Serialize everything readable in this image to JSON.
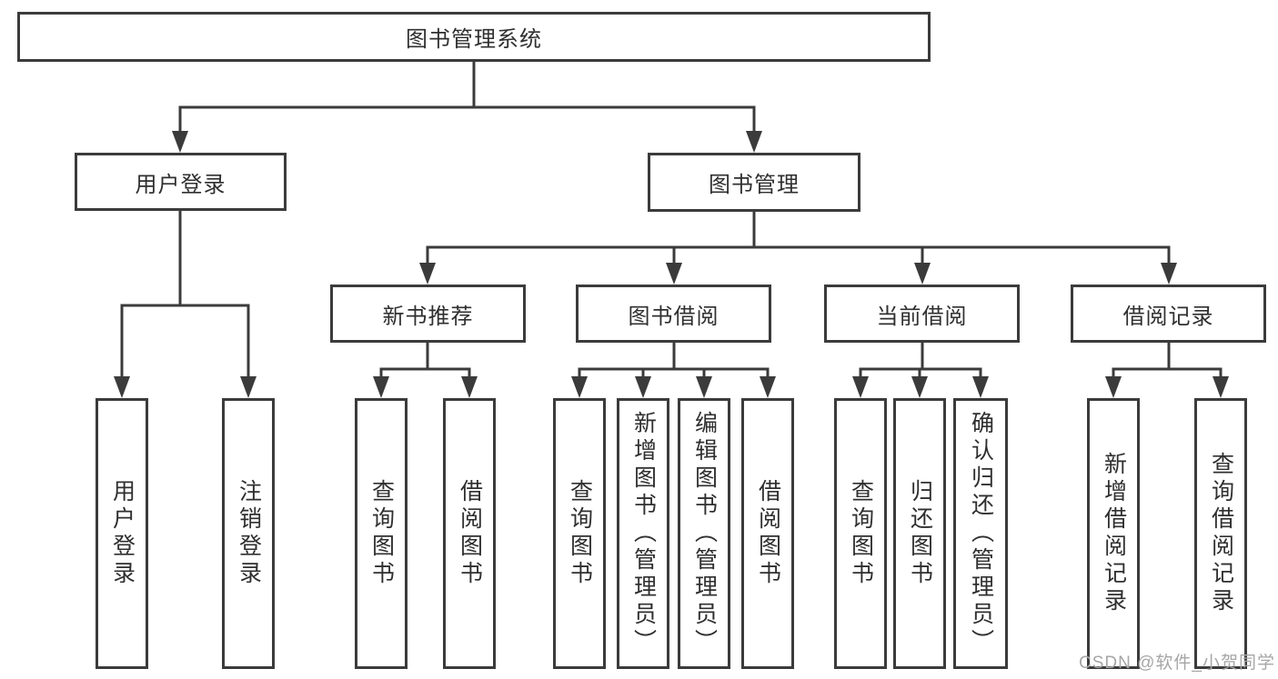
{
  "diagram": {
    "title": "图书管理系统",
    "root": {
      "label": "图书管理系统",
      "children": [
        {
          "label": "用户登录",
          "children": [
            {
              "label": "用户登录"
            },
            {
              "label": "注销登录"
            }
          ]
        },
        {
          "label": "图书管理",
          "children": [
            {
              "label": "新书推荐",
              "children": [
                {
                  "label": "查询图书"
                },
                {
                  "label": "借阅图书"
                }
              ]
            },
            {
              "label": "图书借阅",
              "children": [
                {
                  "label": "查询图书"
                },
                {
                  "label": "新增图书（管理员）"
                },
                {
                  "label": "编辑图书（管理员）"
                },
                {
                  "label": "借阅图书"
                }
              ]
            },
            {
              "label": "当前借阅",
              "children": [
                {
                  "label": "查询图书"
                },
                {
                  "label": "归还图书"
                },
                {
                  "label": "确认归还（管理员）"
                }
              ]
            },
            {
              "label": "借阅记录",
              "children": [
                {
                  "label": "新增借阅记录"
                },
                {
                  "label": "查询借阅记录"
                }
              ]
            }
          ]
        }
      ]
    }
  },
  "watermark": {
    "text": "CSDN @软件_小贺同学"
  },
  "colors": {
    "line": "#3b3b3b",
    "text": "#2f2f2f",
    "background": "#ffffff",
    "watermark": "#a6a6a6"
  }
}
